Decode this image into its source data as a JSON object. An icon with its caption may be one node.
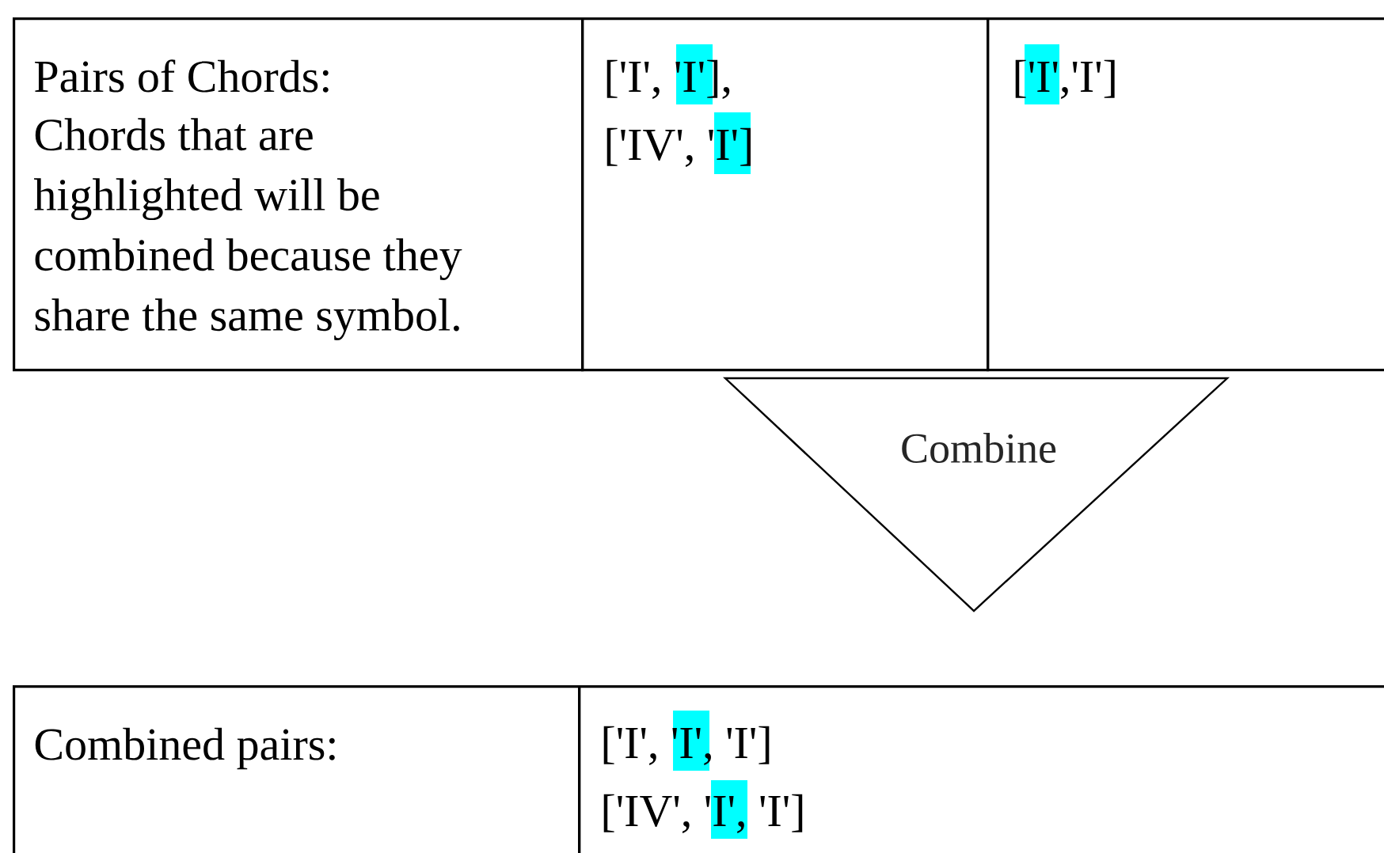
{
  "diagram": {
    "nodes": [
      {
        "text": [
          "Pairs of Chords:",
          "Chords that are highlighted will be combined because they share the same symbol."
        ]
      },
      {
        "text": [
          "['I', 'I'],",
          "['IV', 'I']"
        ]
      },
      {
        "text": [
          "['I','I']"
        ]
      },
      {
        "text": [
          "Combine"
        ]
      },
      {
        "text": [
          "Combined pairs:"
        ]
      },
      {
        "text": [
          "['I', 'I', 'I']",
          "['IV', 'I', 'I']"
        ]
      }
    ]
  }
}
